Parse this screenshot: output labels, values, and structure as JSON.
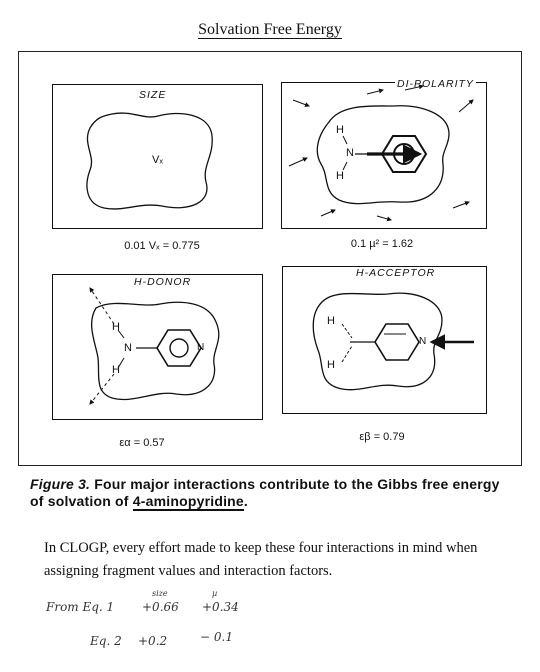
{
  "title": "Solvation Free Energy",
  "panels": {
    "size": {
      "title": "SIZE",
      "center": "Vₓ",
      "caption": "0.01 Vₓ = 0.775"
    },
    "dipolarity": {
      "title": "DI-POLARITY",
      "caption": "0.1 µ² = 1.62"
    },
    "hdonor": {
      "title": "H-DONOR",
      "caption": "εα = 0.57"
    },
    "hacceptor": {
      "title": "H-ACCEPTOR",
      "caption": "εβ = 0.79"
    }
  },
  "atoms": {
    "H": "H",
    "N": "N"
  },
  "figure_caption": {
    "label": "Figure 3.",
    "text": " Four major interactions contribute to the Gibbs free energy of solvation of ",
    "compound": "4-aminopyridine",
    "end": "."
  },
  "body_text": "In CLOGP, every effort made to keep these four interactions in mind when assigning fragment values and interaction factors.",
  "handwriting": {
    "line1": "From Eq. 1",
    "line1_a_small": "size",
    "line1_a": "+0.66",
    "line1_b_small": "µ",
    "line1_b": "+0.34",
    "line2": "Eq. 2",
    "line2_a": "+0.2",
    "line2_b": "− 0.1"
  }
}
